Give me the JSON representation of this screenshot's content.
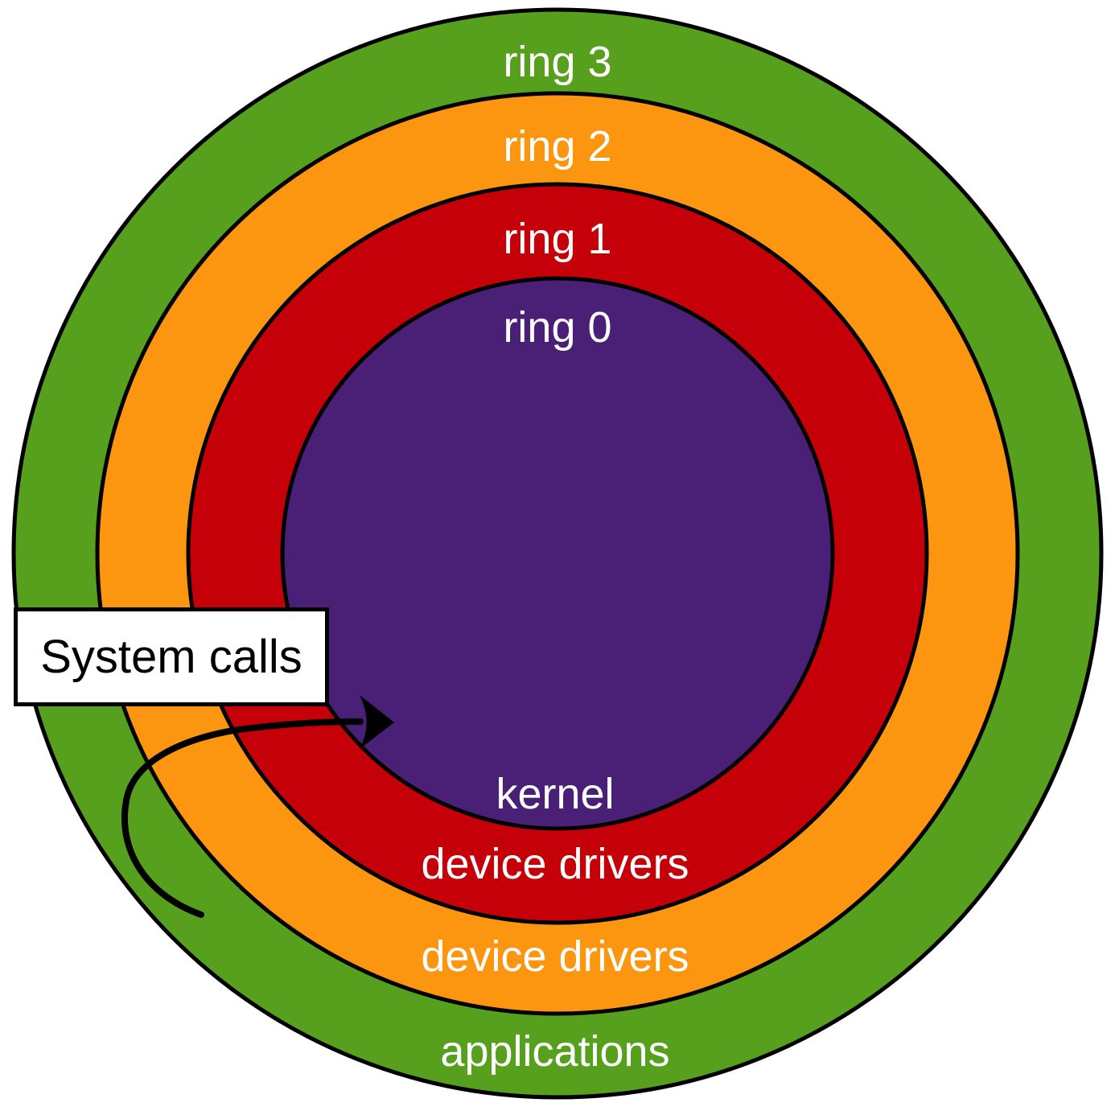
{
  "rings": [
    {
      "name": "ring 3",
      "section": "applications",
      "color": "#56a01e"
    },
    {
      "name": "ring 2",
      "section": "device drivers",
      "color": "#fc950f"
    },
    {
      "name": "ring 1",
      "section": "device drivers",
      "color": "#c50009"
    },
    {
      "name": "ring 0",
      "section": "kernel",
      "color": "#4a2077"
    }
  ],
  "callout": {
    "label": "System calls"
  },
  "style": {
    "outline_color": "#000000",
    "ring_label_color": "#ffffff",
    "callout_text_color": "#000000",
    "arrow_color": "#000000",
    "background": "#ffffff"
  }
}
